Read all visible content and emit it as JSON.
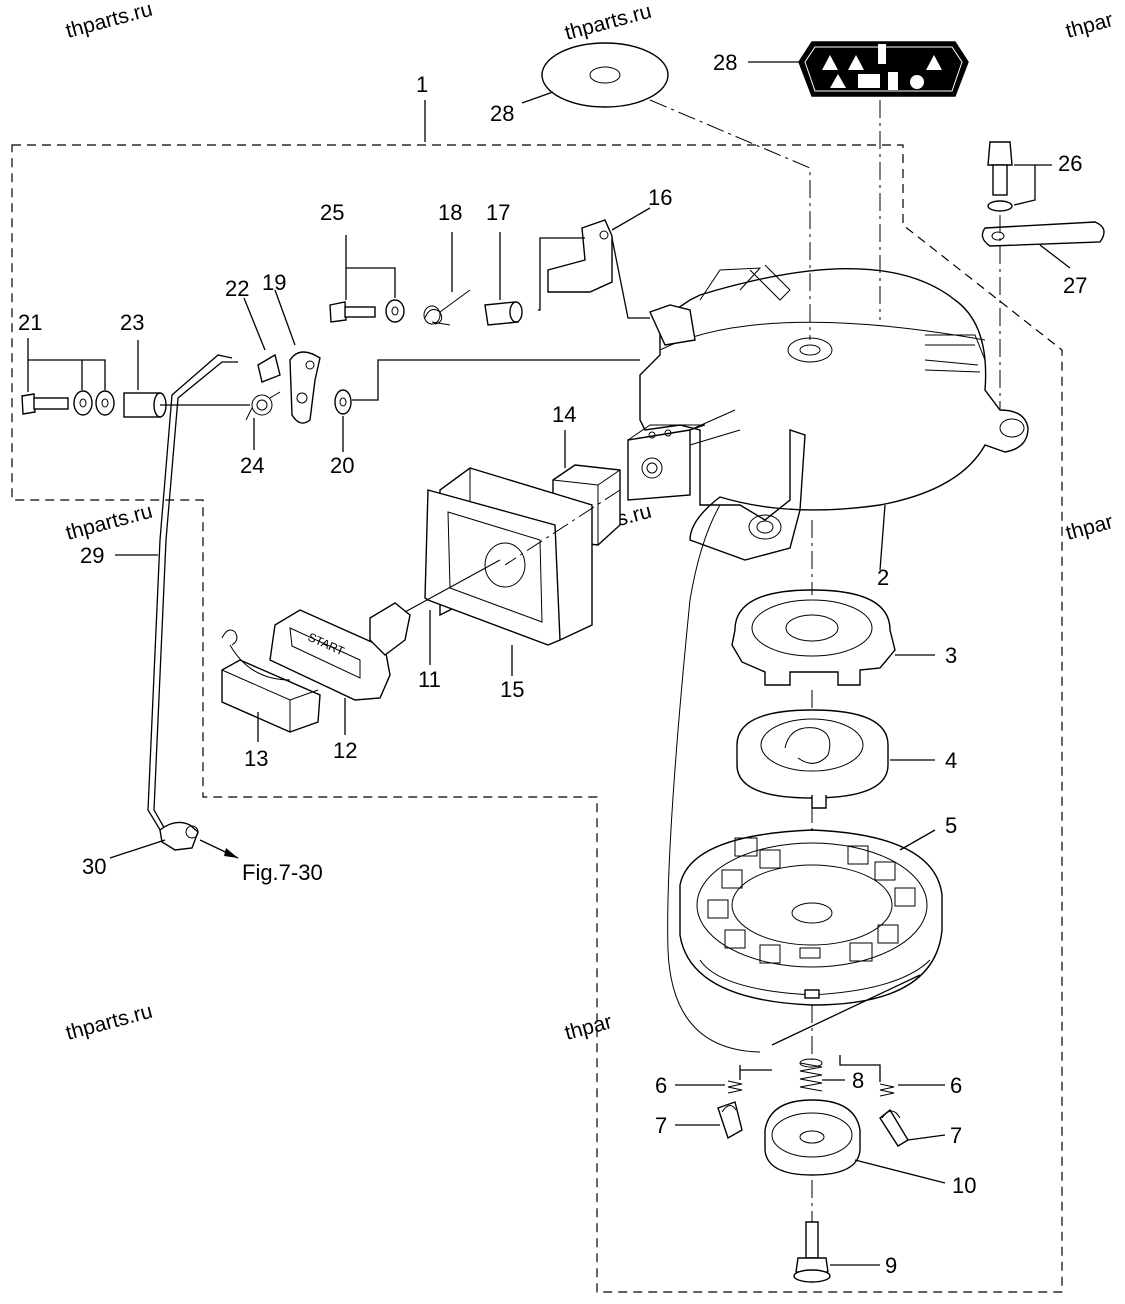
{
  "watermarks": [
    "thparts.ru",
    "thparts.ru",
    "thpar",
    "thparts.ru",
    "thpar",
    "thparts.ru",
    "thparts.ru",
    "thpar"
  ],
  "part_numbers": {
    "p1": "1",
    "p2": "2",
    "p3": "3",
    "p4": "4",
    "p5": "5",
    "p6a": "6",
    "p6b": "6",
    "p7a": "7",
    "p7b": "7",
    "p8": "8",
    "p9": "9",
    "p10": "10",
    "p11": "11",
    "p12": "12",
    "p13": "13",
    "p14": "14",
    "p15": "15",
    "p16": "16",
    "p17": "17",
    "p18": "18",
    "p19": "19",
    "p20": "20",
    "p21": "21",
    "p22": "22",
    "p23": "23",
    "p24": "24",
    "p25": "25",
    "p26": "26",
    "p27": "27",
    "p28a": "28",
    "p28b": "28",
    "p29": "29",
    "p30": "30"
  },
  "handle_text": "START",
  "figure_reference": "Fig.7-30"
}
